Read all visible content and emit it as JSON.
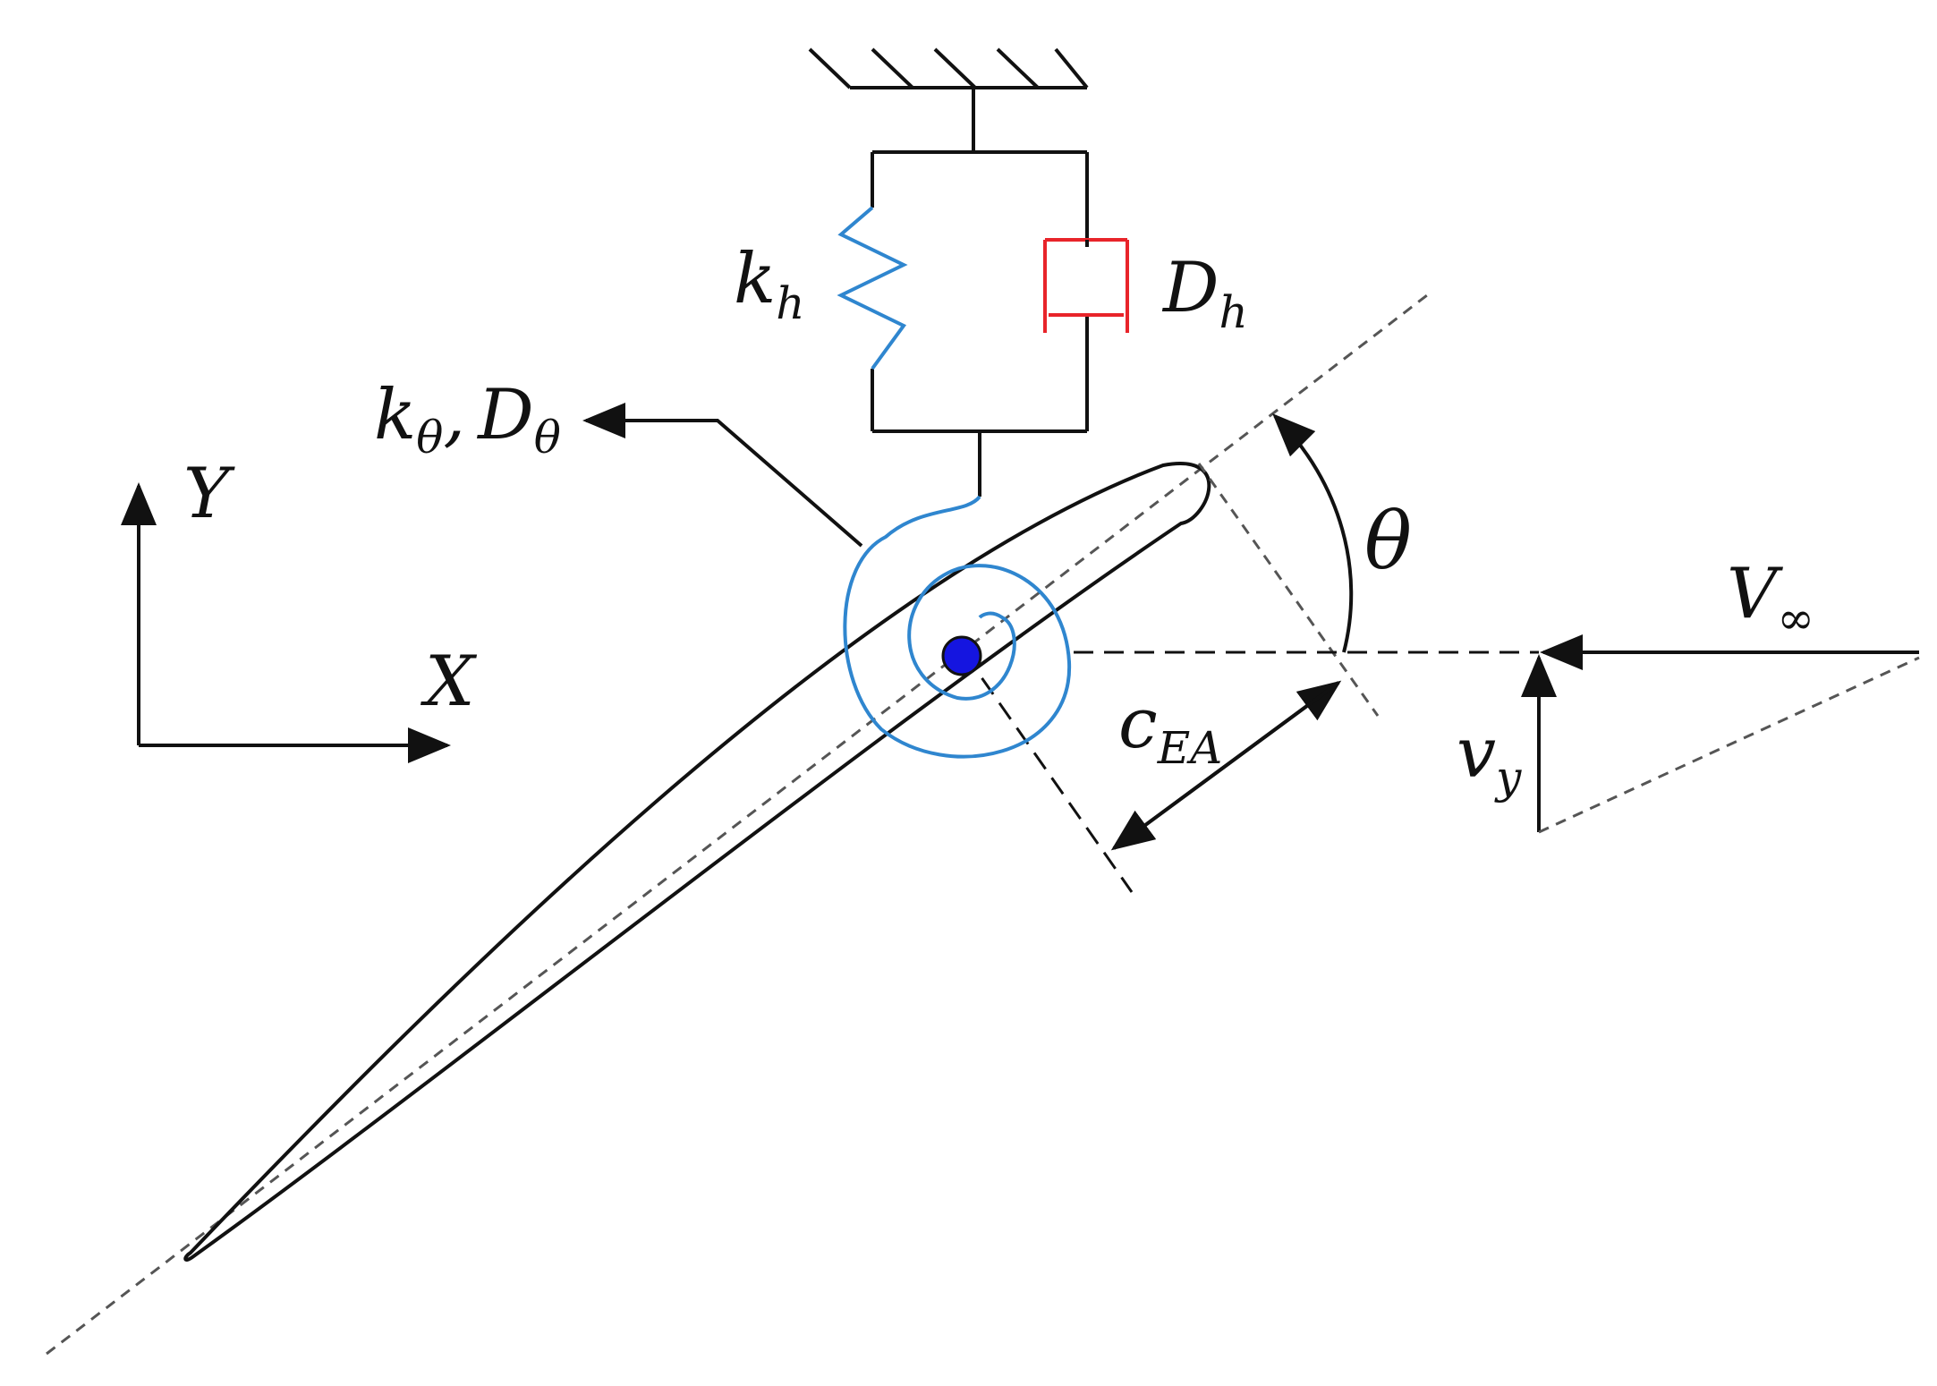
{
  "colors": {
    "line": "#111111",
    "spring": "#2f86cf",
    "damper": "#e8242a",
    "axis_node": "#1515e0",
    "background": "#ffffff"
  },
  "labels": {
    "k_h": {
      "main": "k",
      "sub": "h"
    },
    "D_h": {
      "main": "D",
      "sub": "h"
    },
    "k_theta": {
      "main": "k",
      "sub": "θ"
    },
    "comma": ",",
    "D_theta": {
      "main": "D",
      "sub": "θ"
    },
    "X": "X",
    "Y": "Y",
    "theta": "θ",
    "V_inf": {
      "main": "V",
      "sub": "∞"
    },
    "v_y": {
      "main": "v",
      "sub": "y"
    },
    "c_EA": {
      "main": "c",
      "sub": "EA"
    }
  }
}
